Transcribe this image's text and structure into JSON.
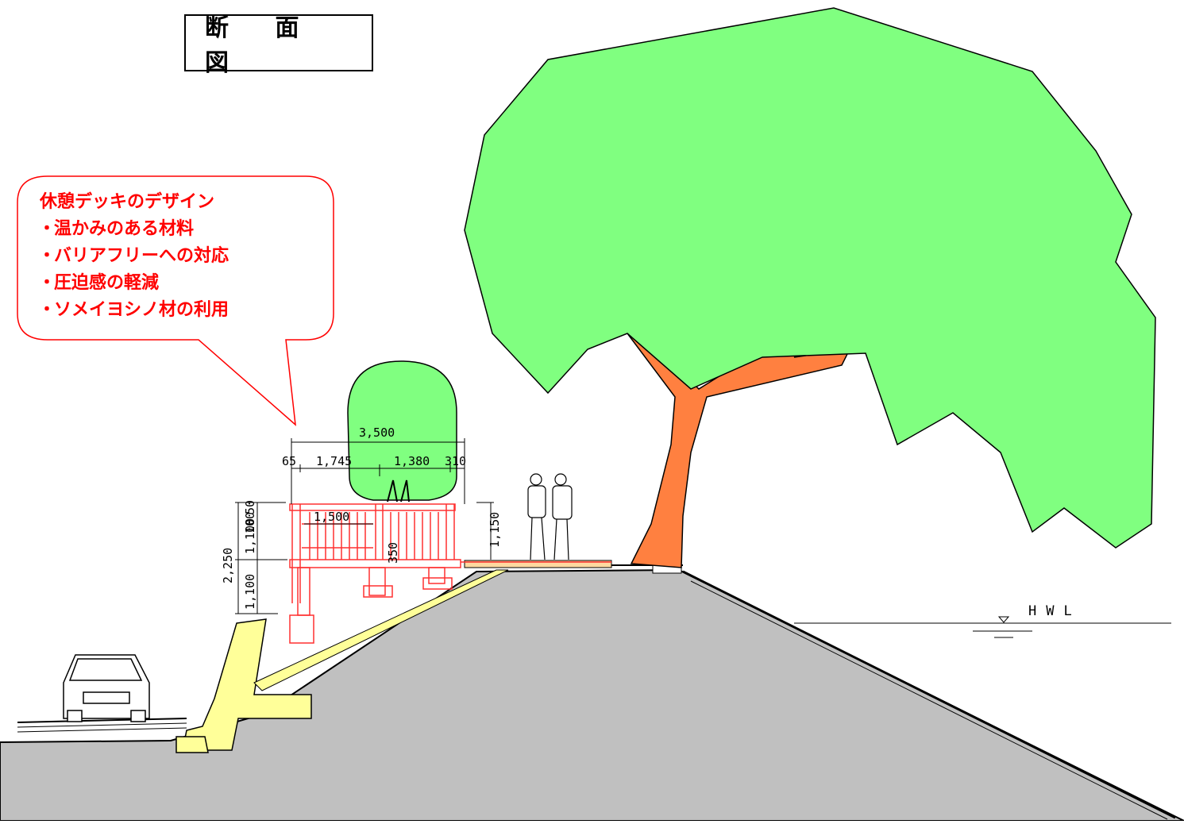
{
  "title": "断 面 図",
  "callout": {
    "heading": "休憩デッキのデザイン",
    "items": [
      "温かみのある材料",
      "バリアフリーへの対応",
      "圧迫感の軽減",
      "ソメイヨシノ材の利用"
    ]
  },
  "dimensions": {
    "total_width": "3,500",
    "seg_65": "65",
    "seg_1745": "1,745",
    "seg_1380": "1,380",
    "seg_310": "310",
    "inner_1500": "1,500",
    "left_2250": "2,250",
    "left_1100_bottom": "1,100",
    "left_1100_top": "1,100",
    "left_50": "50",
    "left_100": "100",
    "right_1150": "1,150",
    "step_350": "350"
  },
  "water_level_label": "HWL",
  "colors": {
    "tree_foliage": "#80ff80",
    "tree_trunk": "#ff8040",
    "embankment": "#c0c0c0",
    "retaining_wall": "#ffff99",
    "deck": "#ff3030",
    "callout": "#ff0000"
  }
}
